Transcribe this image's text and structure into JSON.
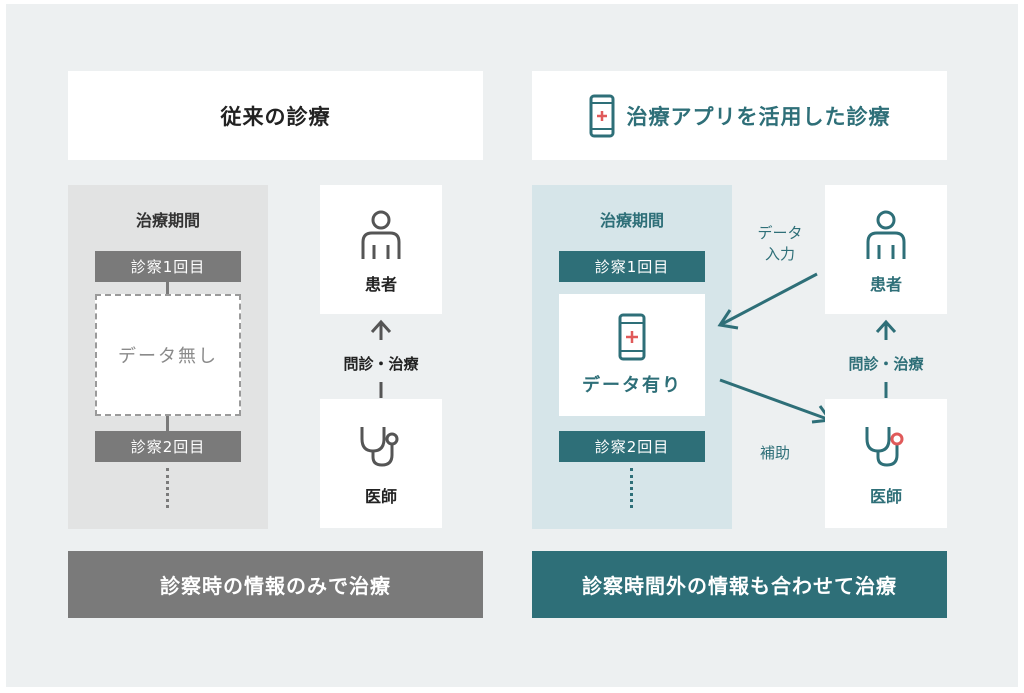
{
  "colors": {
    "background": "#edf0f1",
    "gray_dark": "#7a7a7a",
    "gray_light": "#e2e3e3",
    "teal": "#2e6f78",
    "teal_light": "#d6e5e9",
    "red_accent": "#e05a5a",
    "text_dark": "#222222"
  },
  "left": {
    "header_title": "従来の診療",
    "period_title": "治療期間",
    "visit1": "診察1回目",
    "no_data": "データ無し",
    "visit2": "診察2回目",
    "patient_icon": "person-icon",
    "patient_label": "患者",
    "arrow_label": "問診・治療",
    "doctor_icon": "stethoscope-icon",
    "doctor_label": "医師",
    "footer": "診察時の情報のみで治療"
  },
  "right": {
    "header_icon": "smartphone-medical-icon",
    "header_title": "治療アプリを活用した診療",
    "period_title": "治療期間",
    "visit1": "診察1回目",
    "phone_icon": "smartphone-medical-icon",
    "data_present": "データ有り",
    "visit2": "診察2回目",
    "data_input_line1": "データ",
    "data_input_line2": "入力",
    "assist_label": "補助",
    "patient_icon": "person-icon",
    "patient_label": "患者",
    "arrow_label": "問診・治療",
    "doctor_icon": "stethoscope-icon",
    "doctor_label": "医師",
    "footer": "診察時間外の情報も合わせて治療"
  }
}
